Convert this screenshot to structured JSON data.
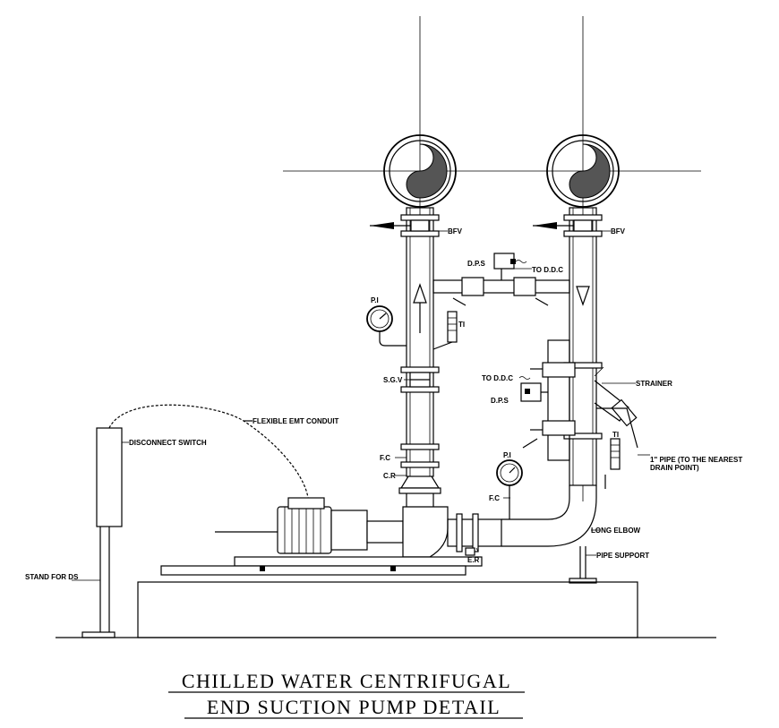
{
  "title": {
    "line1": "CHILLED WATER CENTRIFUGAL",
    "line2": "END SUCTION PUMP DETAIL"
  },
  "labels": {
    "bfv_left": "BFV",
    "bfv_right": "BFV",
    "dps_top": "D.P.S",
    "to_ddc_top": "TO D.D.C",
    "pi_top": "P.I",
    "ti_left": "TI",
    "sgv": "S.G.V",
    "to_ddc_mid": "TO D.D.C",
    "dps_mid": "D.P.S",
    "strainer": "STRAINER",
    "ti_right": "TI",
    "flexible_conduit": "FLEXIBLE EMT CONDUIT",
    "disconnect_switch": "DISCONNECT SWITCH",
    "fc_upper": "F.C",
    "cr": "C.R",
    "pi_lower": "P.I",
    "fc_lower": "F.C",
    "pipe_drain_1": "1\" PIPE (TO THE NEAREST",
    "pipe_drain_2": "DRAIN POINT)",
    "long_elbow": "LONG ELBOW",
    "pipe_support": "PIPE SUPPORT",
    "er": "E.R",
    "stand_for_ds": "STAND FOR DS"
  },
  "icons": [
    "pressure-gauge-icon",
    "thermometer-icon",
    "valve-handle-icon"
  ]
}
